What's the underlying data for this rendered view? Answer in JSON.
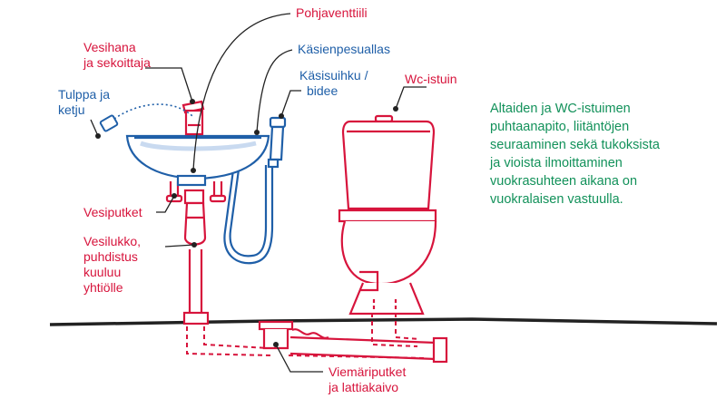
{
  "colors": {
    "red": "#d7143c",
    "blue": "#1f5fa8",
    "dark": "#222222",
    "green": "#12915a",
    "light_blue": "#c9daf0"
  },
  "labels": {
    "pohjaventtiili": "Pohjaventtiili",
    "kasienpesuallas": "Käsienpesuallas",
    "vesihana": [
      "Vesihana",
      "ja sekoittaja"
    ],
    "kasisuihku": [
      "Käsisuihku /",
      "bidee"
    ],
    "wc_istuin": "Wc-istuin",
    "tulppa": [
      "Tulppa ja",
      "ketju"
    ],
    "vesiputket": "Vesiputket",
    "vesilukko": [
      "Vesilukko,",
      "puhdistus",
      "kuuluu",
      "yhtiölle"
    ],
    "viemariputket": [
      "Viemäriputket",
      "ja lattiakaivo"
    ]
  },
  "info_text": [
    "Altaiden ja WC-istuimen",
    "puhtaanapito, liitäntöjen",
    "seuraaminen sekä tukoksista",
    "ja vioista ilmoittaminen",
    "vuokrasuhteen aikana on",
    "vuokralaisen vastuulla."
  ]
}
